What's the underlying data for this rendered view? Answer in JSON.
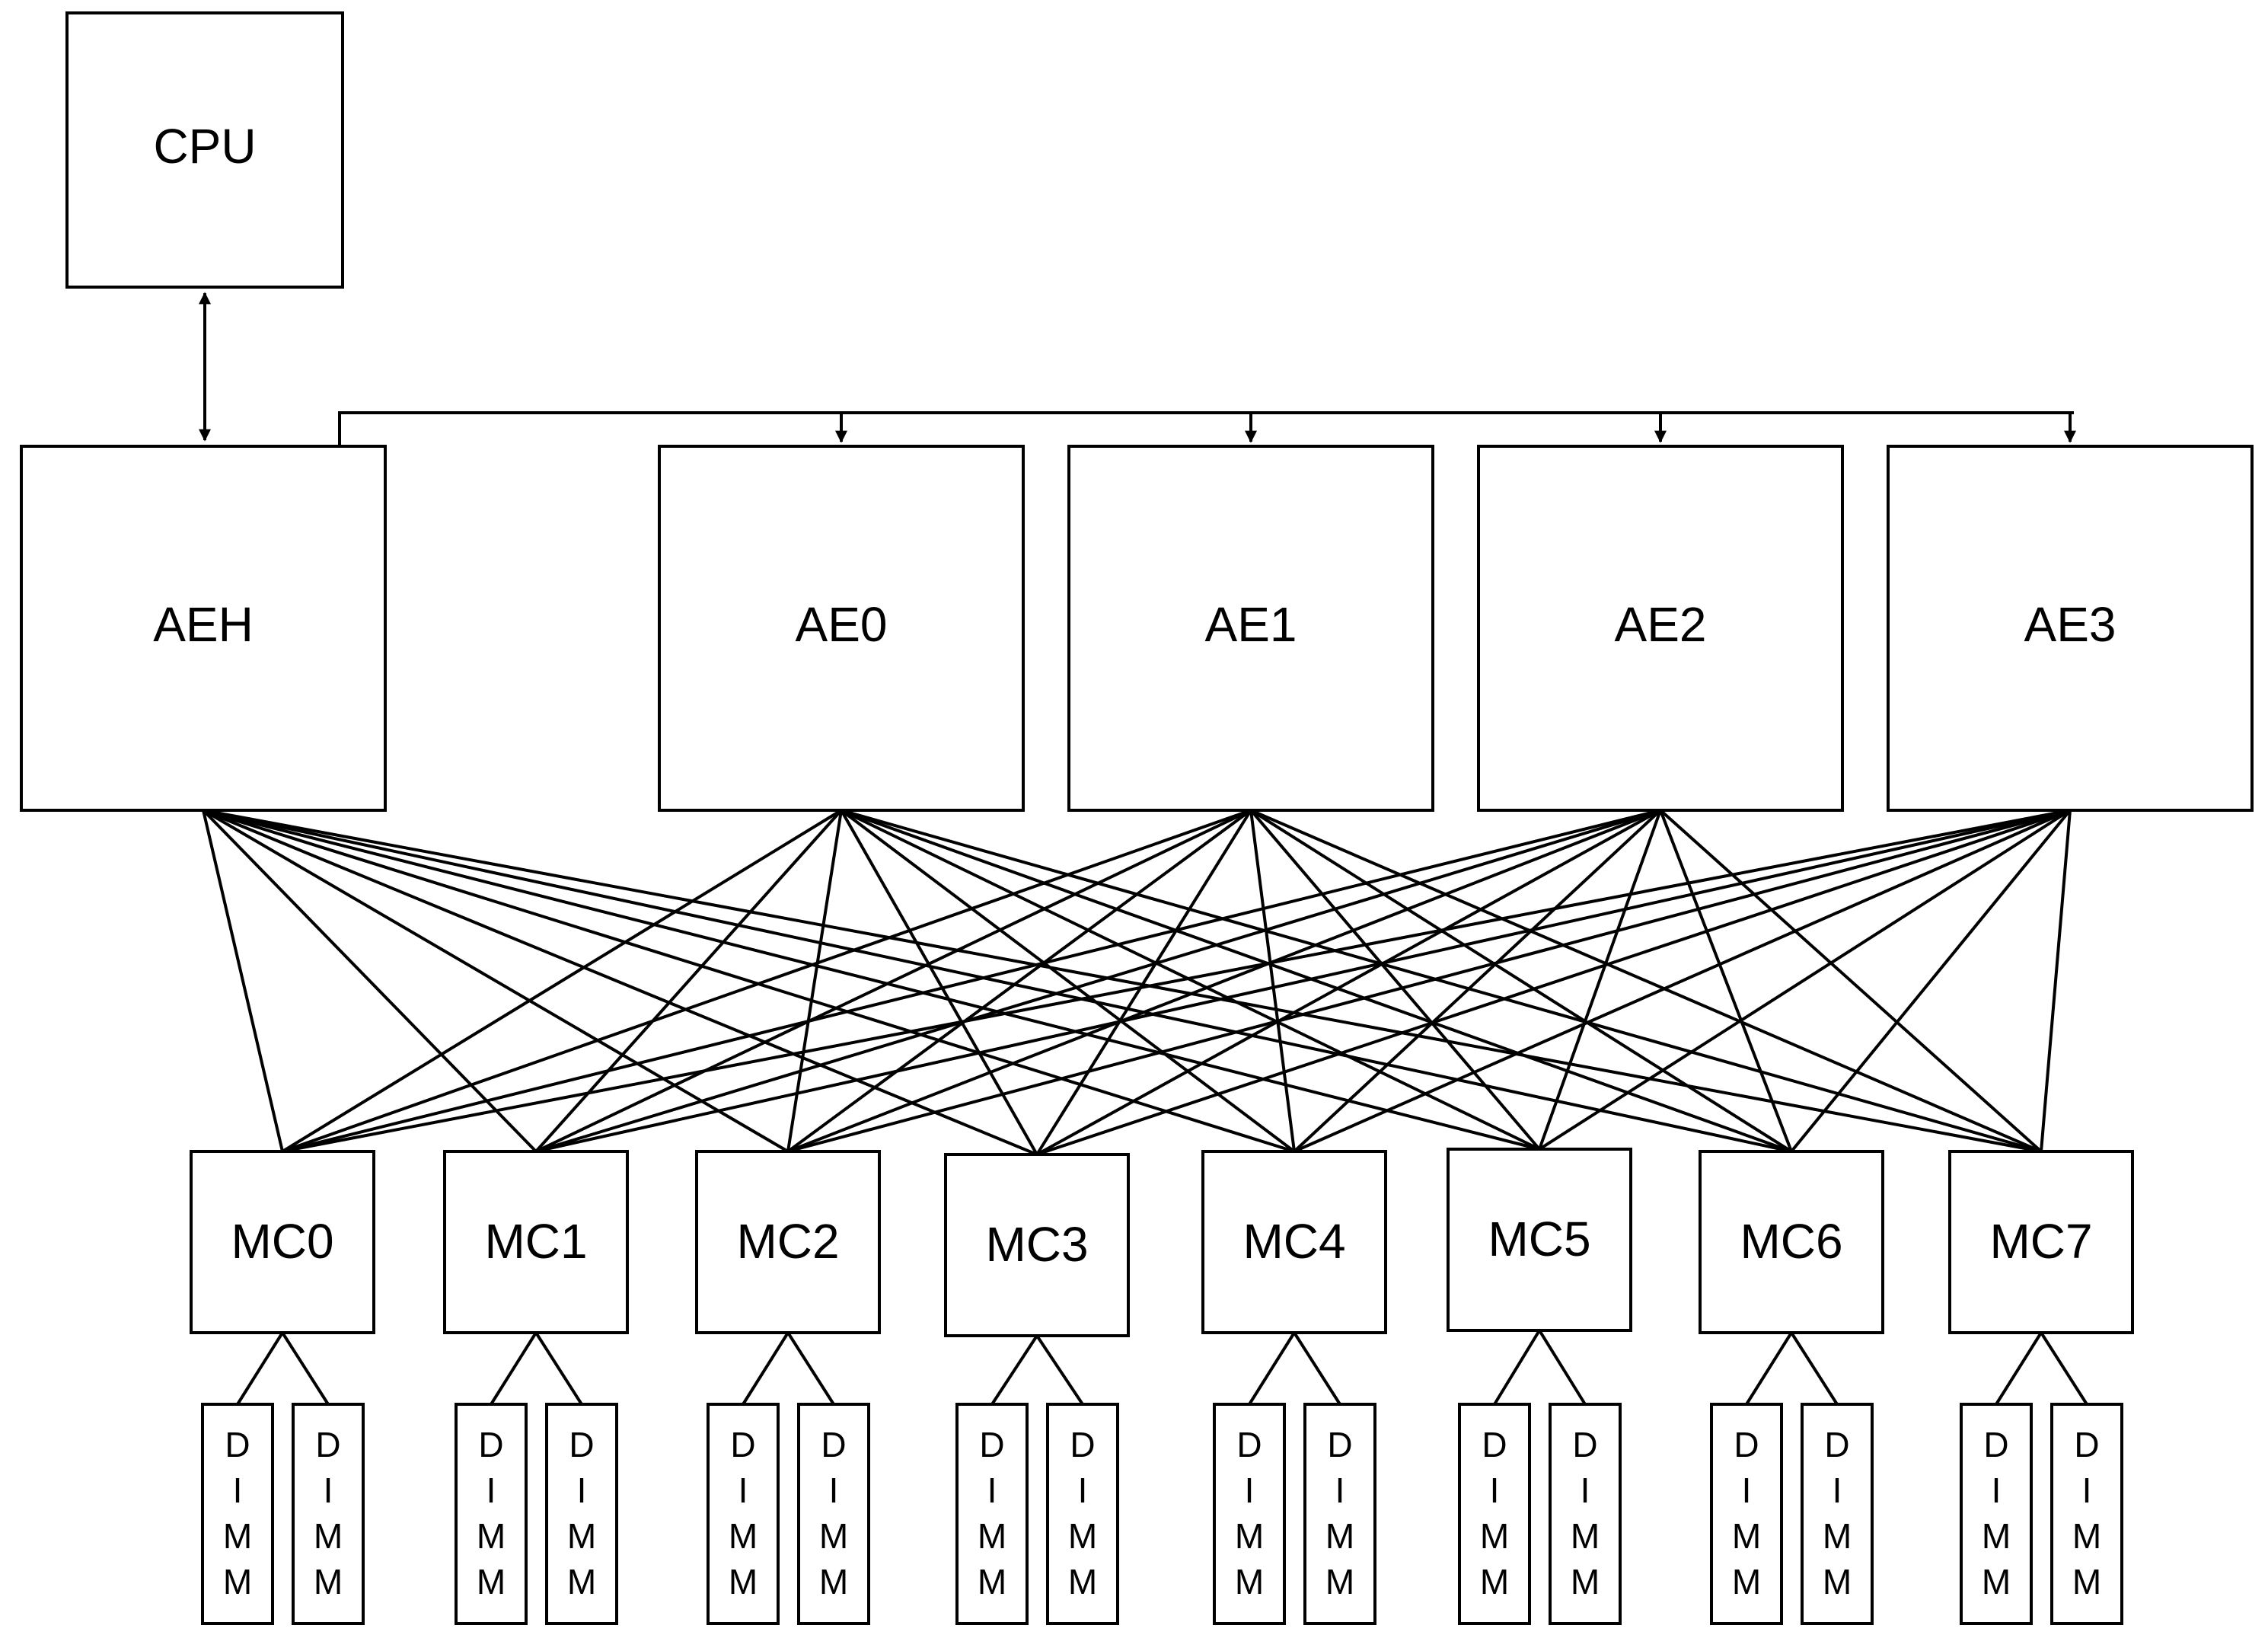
{
  "cpu": {
    "label": "CPU"
  },
  "host_engine": {
    "label": "AEH"
  },
  "engines": [
    {
      "label": "AE0"
    },
    {
      "label": "AE1"
    },
    {
      "label": "AE2"
    },
    {
      "label": "AE3"
    }
  ],
  "memory_controllers": [
    {
      "label": "MC0"
    },
    {
      "label": "MC1"
    },
    {
      "label": "MC2"
    },
    {
      "label": "MC3"
    },
    {
      "label": "MC4"
    },
    {
      "label": "MC5"
    },
    {
      "label": "MC6"
    },
    {
      "label": "MC7"
    }
  ],
  "dimm": {
    "letters": [
      "D",
      "I",
      "M",
      "M"
    ]
  },
  "dimms_per_controller": 2
}
